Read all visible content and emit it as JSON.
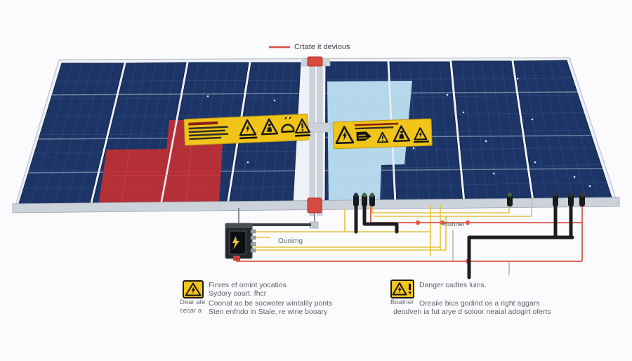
{
  "legend": {
    "label": "Crtate it devious",
    "line_color": "#d84b42"
  },
  "wiring": {
    "combiner_label": "Ounimg",
    "wire_label": "Hunner"
  },
  "warning_notes": {
    "left": {
      "icon": "high-voltage-warning-triangle-icon",
      "caption_line_1": "Dear ate",
      "caption_line_2": "cecar a",
      "line_1": "Finres ef omint yocatios",
      "line_2": "Sydory coart. fhcr",
      "line_3": "Coonat ao be socwoter wintalily ponts",
      "line_4": "Sten enfndo in Stale, re wirie booary"
    },
    "right": {
      "icon": "electrical-hazard-warning-triangle-icon",
      "caption_line_1": "Boatner",
      "line_1": "Danger cadtes luins.",
      "line_2": "Oreaiie bius godirid os a right aggars",
      "line_3": "deodven ia fut arye d soloor neaial adogirt oferts"
    }
  },
  "panel_label_icons": {
    "left_strip": [
      "lightning-warning-triangle-icon",
      "shock-person-warning-triangle-icon",
      "hot-surface-dome-icon",
      "general-warning-triangle-icon"
    ],
    "right_strip": [
      "lightning-warning-triangle-icon",
      "read-manual-hand-icon",
      "small-warning-triangle-icon",
      "shock-person-warning-triangle-icon",
      "certified-warning-triangle-icon"
    ]
  },
  "colors": {
    "legend_red": "#d84b42",
    "panel_navy": "#1d3566",
    "hotspot_red": "#be2f35",
    "shade_blue": "#b9ddf0",
    "label_yellow": "#f0c419",
    "wire_yellow": "#e4c33a",
    "wire_red": "#e0544b",
    "wire_black": "#1b1d1f",
    "frame_silver": "#ccd2da"
  }
}
